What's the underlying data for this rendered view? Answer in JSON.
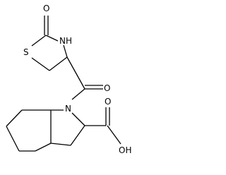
{
  "molecule": {
    "atoms": {
      "ring_oxo": "O",
      "ring_s": "S",
      "ring_nh": "NH",
      "amide_o": "O",
      "indole_n": "N",
      "acid_o": "O",
      "acid_oh": "OH"
    }
  }
}
